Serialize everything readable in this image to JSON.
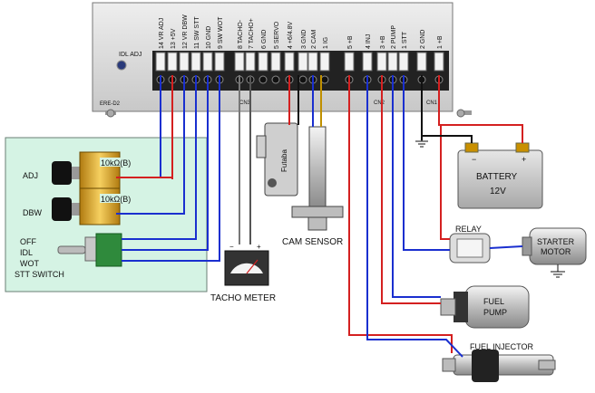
{
  "controller": {
    "model": "ERE-D2",
    "idl_adj": "IDL ADJ",
    "cn_left": "CN3",
    "cn_mid": "CN2",
    "cn_right": "CN1"
  },
  "terminals": [
    "14 VR ADJ",
    "13 +5V",
    "12 VR DBW",
    "11 SW STT",
    "10 GND",
    "9 SW WOT",
    "8 TACHO-",
    "7 TACHO+",
    "6 GND",
    "5 SERVO",
    "4 +6/4.8V",
    "3 GND",
    "2 CAM",
    "1 IG",
    "5 +B",
    "4 INJ",
    "3 +B",
    "2 PUMP",
    "1 STT",
    "2 GND",
    "1 +B"
  ],
  "panel": {
    "adj": "ADJ",
    "dbw": "DBW",
    "pot1": "10kΩ(B)",
    "pot2": "10kΩ(B)",
    "sw_off": "OFF",
    "sw_idl": "IDL",
    "sw_wot": "WOT",
    "sw_name": "STT SWITCH"
  },
  "components": {
    "servo_brand": "Futaba",
    "cam_sensor": "CAM SENSOR",
    "tacho": "TACHO METER",
    "tacho_minus": "−",
    "tacho_plus": "+",
    "battery": "BATTERY",
    "battery_v": "12V",
    "batt_minus": "−",
    "batt_plus": "+",
    "relay": "RELAY",
    "starter1": "STARTER",
    "starter2": "MOTOR",
    "fuel1": "FUEL",
    "fuel2": "PUMP",
    "injector": "FUEL INJECTOR"
  },
  "colors": {
    "red": "#d42020",
    "blue": "#1a2fcf",
    "panel": "#d5f3e4"
  }
}
